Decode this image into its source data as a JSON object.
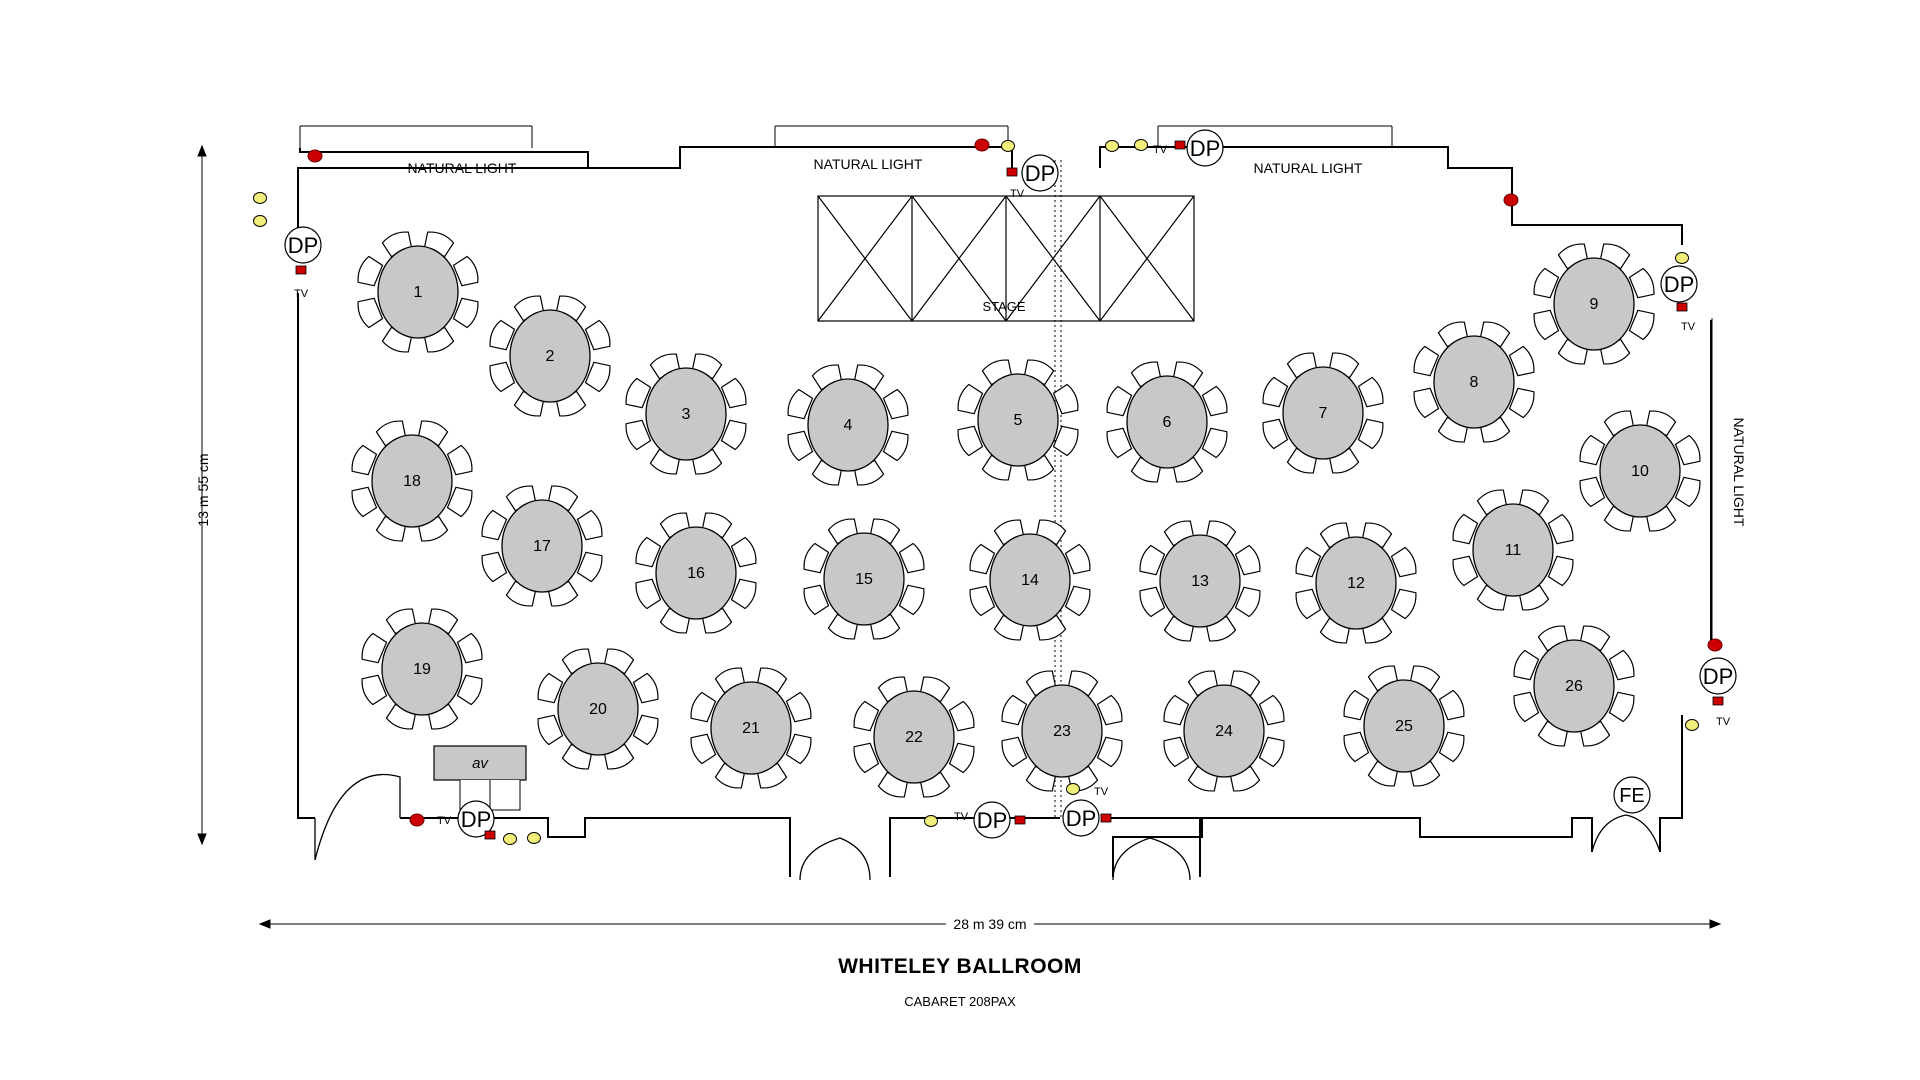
{
  "title": "WHITELEY BALLROOM",
  "subtitle": "CABARET 208PAX",
  "dimensions": {
    "width": "28 m 39 cm",
    "height": "13 m 55 cm"
  },
  "labels": {
    "natural_light": "NATURAL LIGHT",
    "stage": "STAGE",
    "av": "av",
    "fe": "FE",
    "dp": "DP",
    "tv": "TV"
  },
  "tables": [
    "1",
    "2",
    "3",
    "4",
    "5",
    "6",
    "7",
    "8",
    "9",
    "10",
    "11",
    "12",
    "13",
    "14",
    "15",
    "16",
    "17",
    "18",
    "19",
    "20",
    "21",
    "22",
    "23",
    "24",
    "25",
    "26"
  ],
  "colors": {
    "table_fill": "#c8c8c8",
    "red_marker": "#cc0000",
    "yellow_marker": "#f2ee7a",
    "wall": "#000000"
  }
}
